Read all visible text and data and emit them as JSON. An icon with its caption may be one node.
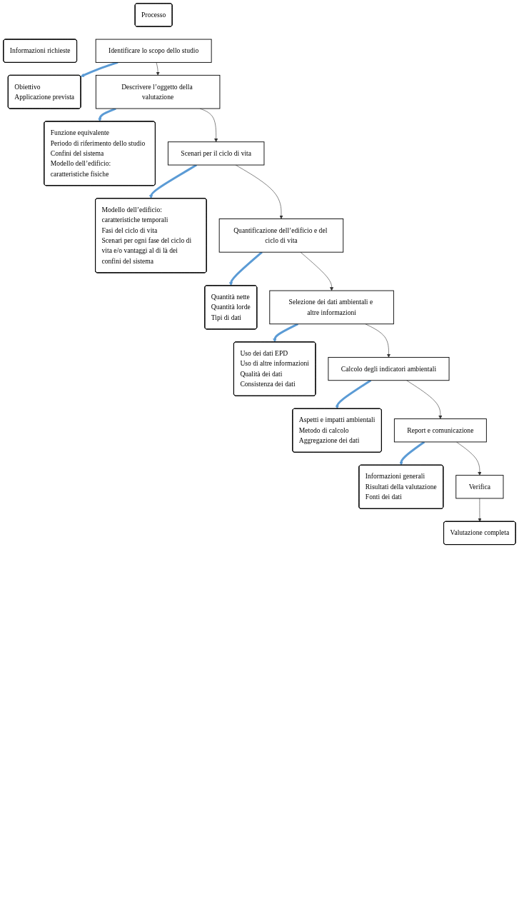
{
  "diagram": {
    "nodes": [
      {
        "text": [
          "Processo"
        ]
      },
      {
        "text": [
          "Informazioni richieste"
        ]
      },
      {
        "text": [
          "Identificare lo scopo dello studio"
        ]
      },
      {
        "text": [
          "Obiettivo",
          "Applicazione prevista"
        ]
      },
      {
        "text": [
          "Descrivere l’oggetto della valutazione"
        ]
      },
      {
        "text": [
          "Funzione equivalente",
          "Periodo di riferimento dello studio",
          "Confini del sistema",
          "Modello dell’edificio: caratteristiche fisiche"
        ]
      },
      {
        "text": [
          "Scenari per il ciclo di vita"
        ]
      },
      {
        "text": [
          "Modello dell’edificio: caratteristiche temporali",
          "Fasi del ciclo di vita",
          "Scenari per ogni fase del ciclo di vita e/o vantaggi al di là dei confini del sistema"
        ]
      },
      {
        "text": [
          "Quantificazione dell’edificio e del ciclo di vita"
        ]
      },
      {
        "text": [
          "Quantità nette",
          "Quantità lorde",
          "Tipi di dati"
        ]
      },
      {
        "text": [
          "Selezione dei dati ambientali e altre informazioni"
        ]
      },
      {
        "text": [
          "Uso dei dati EPD",
          "Uso di altre informazioni",
          "Qualità dei dati",
          "Consistenza dei dati"
        ]
      },
      {
        "text": [
          "Calcolo degli indicatori ambientali"
        ]
      },
      {
        "text": [
          "Aspetti e impatti ambientali",
          "Metodo di calcolo",
          "Aggregazione dei dati"
        ]
      },
      {
        "text": [
          "Report e comunicazione"
        ]
      },
      {
        "text": [
          "Informazioni generali",
          "Risultati della valutazione",
          "Fonti dei dati"
        ]
      },
      {
        "text": [
          "Verifica"
        ]
      },
      {
        "text": [
          "Valutazione completa"
        ]
      }
    ],
    "edges": [
      {
        "from": 2,
        "to": 3,
        "arrow": "to",
        "style": "thick",
        "color": "#5b9bd5"
      },
      {
        "from": 2,
        "to": 4,
        "arrow": "to"
      },
      {
        "from": 4,
        "to": 5,
        "arrow": "to",
        "style": "thick",
        "color": "#5b9bd5"
      },
      {
        "from": 4,
        "to": 6,
        "arrow": "to"
      },
      {
        "from": 6,
        "to": 7,
        "arrow": "to",
        "style": "thick",
        "color": "#5b9bd5"
      },
      {
        "from": 6,
        "to": 8,
        "arrow": "to"
      },
      {
        "from": 8,
        "to": 9,
        "arrow": "to",
        "style": "thick",
        "color": "#5b9bd5"
      },
      {
        "from": 8,
        "to": 10,
        "arrow": "to"
      },
      {
        "from": 10,
        "to": 11,
        "arrow": "to",
        "style": "thick",
        "color": "#5b9bd5"
      },
      {
        "from": 10,
        "to": 12,
        "arrow": "to"
      },
      {
        "from": 12,
        "to": 13,
        "arrow": "to",
        "style": "thick",
        "color": "#5b9bd5"
      },
      {
        "from": 12,
        "to": 14,
        "arrow": "to"
      },
      {
        "from": 14,
        "to": 15,
        "arrow": "to",
        "style": "thick",
        "color": "#5b9bd5"
      },
      {
        "from": 14,
        "to": 16,
        "arrow": "to"
      },
      {
        "from": 16,
        "to": 17,
        "arrow": "to"
      }
    ]
  }
}
